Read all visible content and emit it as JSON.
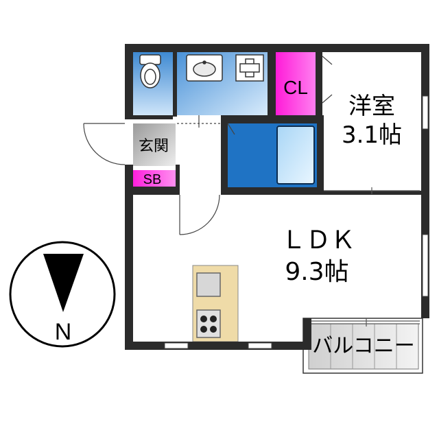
{
  "floor_plan": {
    "rooms": {
      "bedroom": {
        "name": "洋室",
        "size": "3.1帖"
      },
      "ldk": {
        "name": "ＬＤＫ",
        "size": "9.3帖"
      },
      "closet": {
        "name": "CL"
      },
      "entrance": {
        "name": "玄関"
      },
      "shoe_box": {
        "name": "SB"
      },
      "balcony": {
        "name": "バルコニー"
      }
    },
    "compass": {
      "label": "N"
    },
    "colors": {
      "wall": "#2b2b2b",
      "bath_blue": "#1f73c4",
      "wet_area_light_blue": "#7fb3e3",
      "closet_magenta": "#ff22dd",
      "kitchen_wood": "#efdba8",
      "entrance_gray": "#c8c8c8",
      "balcony_gray": "#dadada"
    }
  }
}
